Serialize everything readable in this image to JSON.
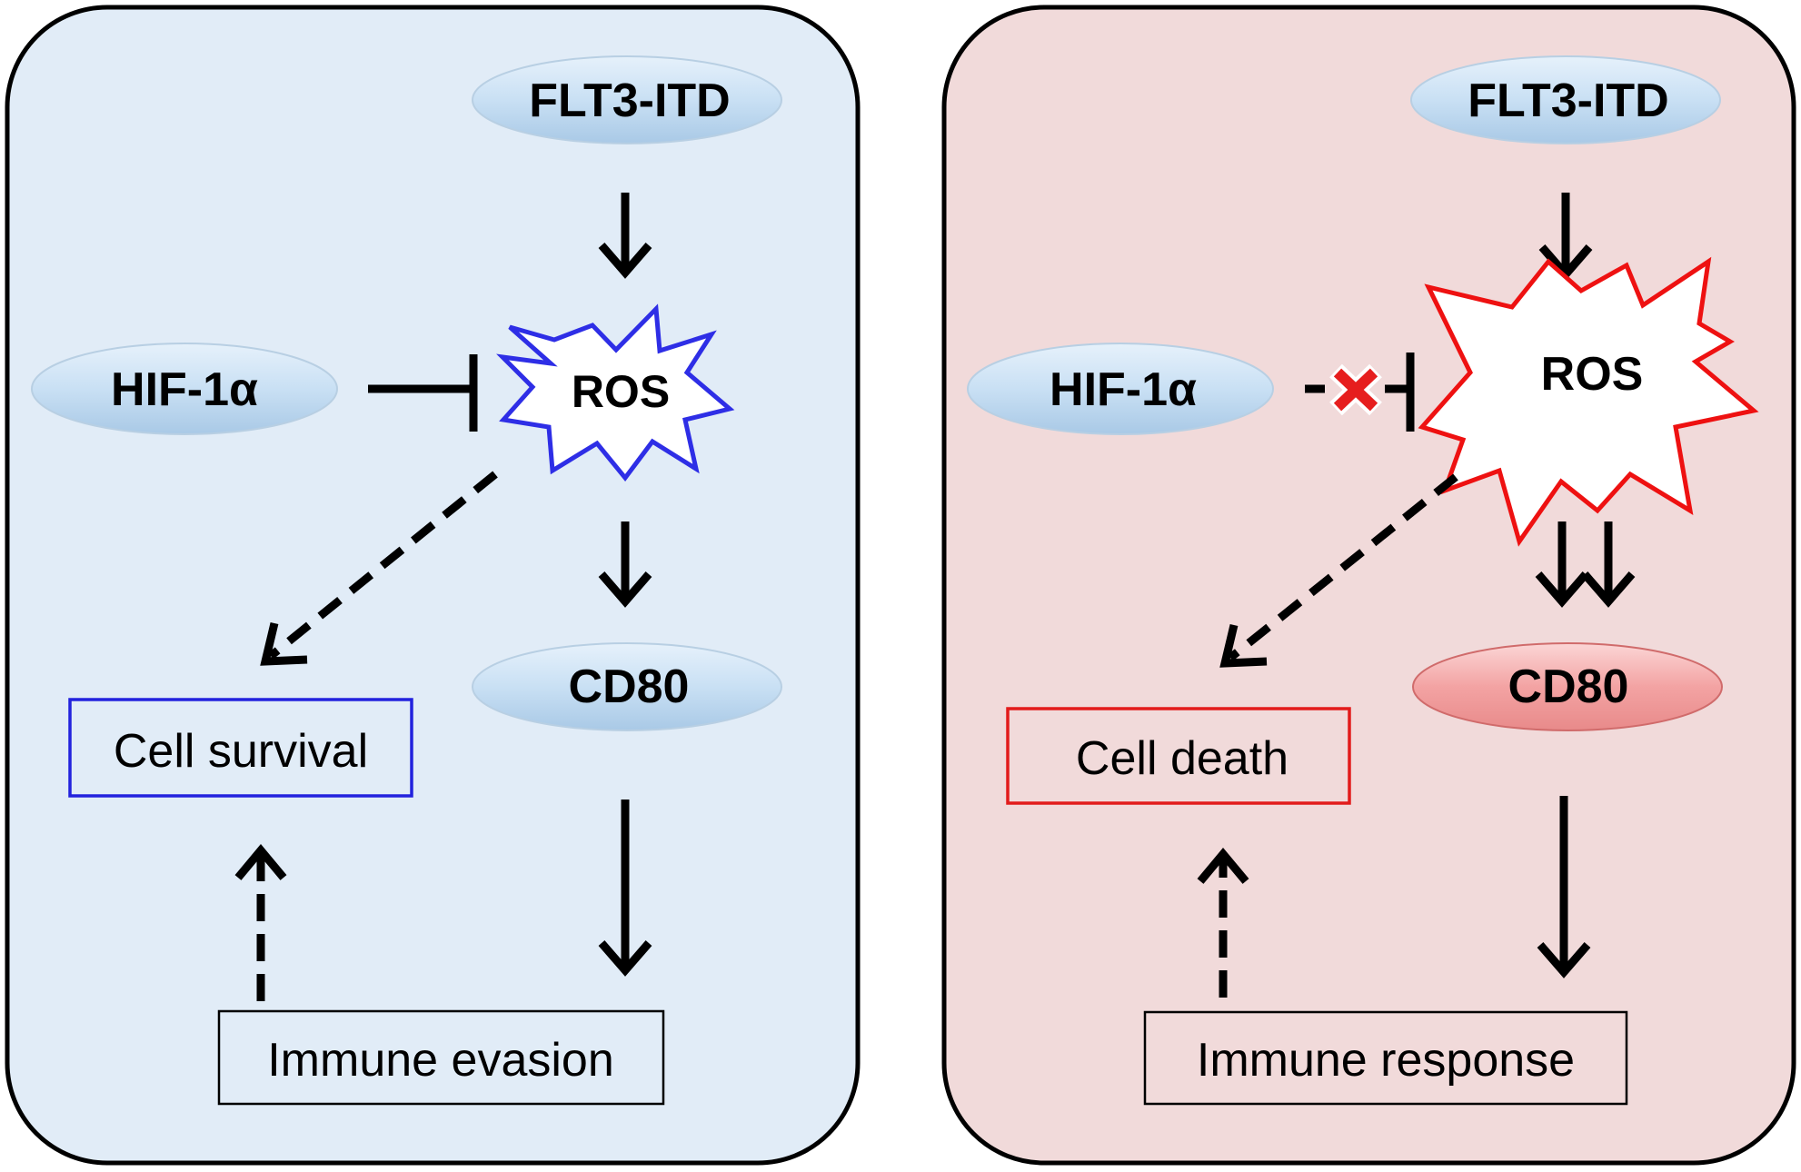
{
  "colors": {
    "left_panel_bg": "#e1ecf7",
    "right_panel_bg": "#f1dada",
    "ellipse_blue": "#cfe3f5",
    "ellipse_red": "#f3a9a9",
    "ros_blue": "#2e2ee6",
    "ros_red": "#ee1111",
    "survival_box": "#2222dd",
    "death_box": "#e21b1b",
    "block_x": "#e61e1e"
  },
  "left_panel": {
    "flt3": "FLT3-ITD",
    "hif": "HIF-1α",
    "ros": "ROS",
    "cd80": "CD80",
    "outcome": "Cell survival",
    "immune": "Immune evasion"
  },
  "right_panel": {
    "flt3": "FLT3-ITD",
    "hif": "HIF-1α",
    "ros": "ROS",
    "cd80": "CD80",
    "outcome": "Cell death",
    "immune": "Immune response"
  }
}
